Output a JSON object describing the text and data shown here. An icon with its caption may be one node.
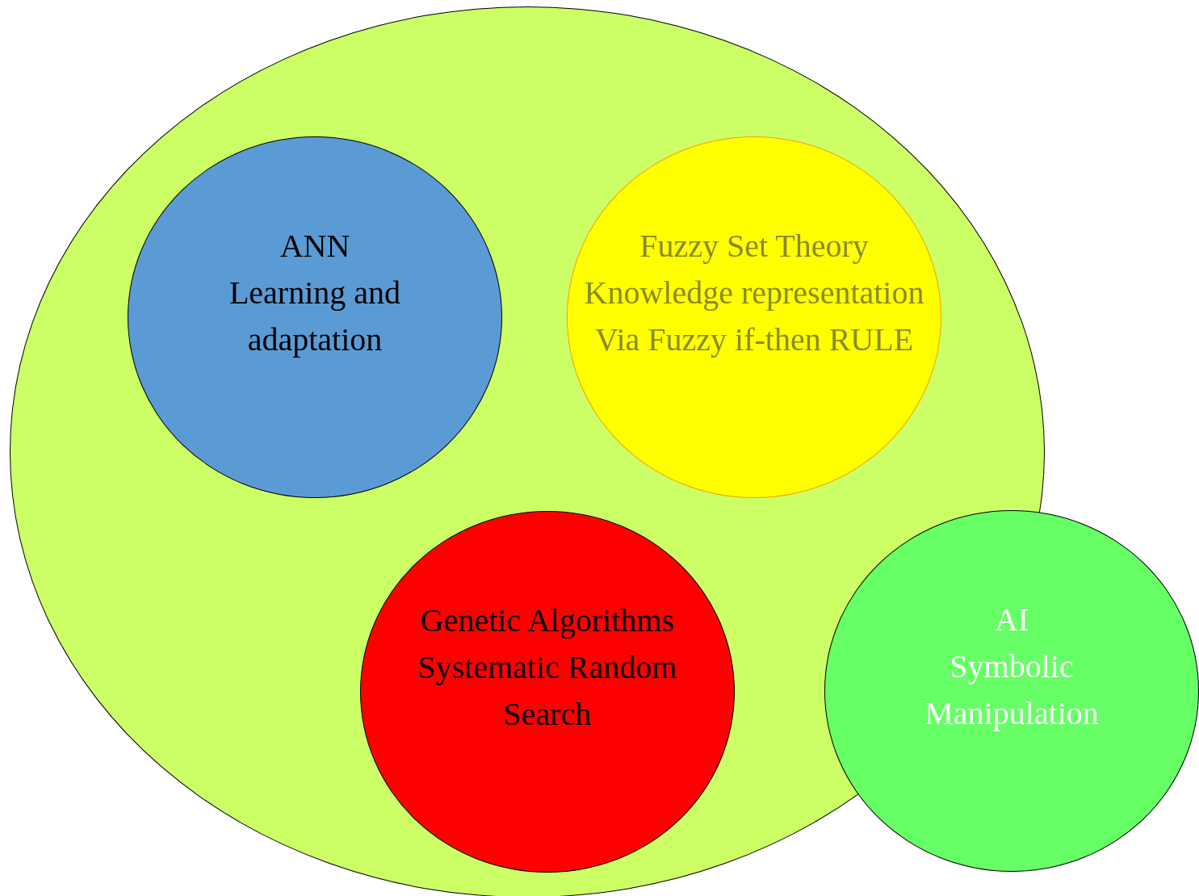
{
  "diagram": {
    "nodes": [
      {
        "text": [],
        "shape": "ellipse"
      },
      {
        "text": [
          "ANN",
          "Learning and adaptation"
        ],
        "in": 0
      },
      {
        "text": [
          "Fuzzy Set Theory",
          "Knowledge representation Via Fuzzy if-then RULE"
        ],
        "in": 0
      },
      {
        "text": [
          "Genetic Algorithms",
          "Systematic Random Search"
        ],
        "in": 0
      },
      {
        "text": [
          "AI",
          "Symbolic Manipulation"
        ]
      }
    ],
    "edges": []
  }
}
